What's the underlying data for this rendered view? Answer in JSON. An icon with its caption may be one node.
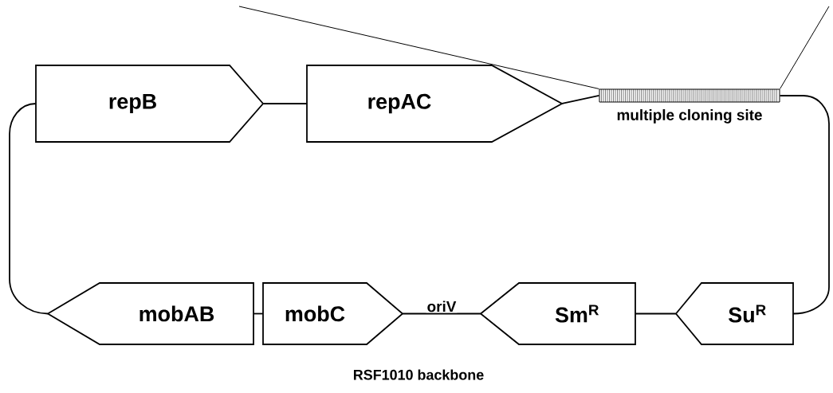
{
  "diagram": {
    "caption": "RSF1010 backbone",
    "nodes": [
      {
        "text": [
          "repB"
        ]
      },
      {
        "text": [
          "repAC"
        ]
      },
      {
        "text": [
          "multiple cloning site"
        ]
      },
      {
        "text": [
          "mobAB"
        ]
      },
      {
        "text": [
          "mobC"
        ]
      },
      {
        "text": [
          "Sm$^{R}$"
        ]
      },
      {
        "text": [
          "Su$^{R}$"
        ]
      }
    ],
    "edges": [
      {
        "from": 0,
        "to": 1,
        "arrow": "none"
      },
      {
        "from": 1,
        "to": 2,
        "arrow": "none"
      },
      {
        "from": 2,
        "to": 6,
        "arrow": "none"
      },
      {
        "from": 6,
        "to": 5,
        "arrow": "none"
      },
      {
        "from": 4,
        "to": 5,
        "label": "oriV",
        "arrow": "none"
      },
      {
        "from": 3,
        "to": 4,
        "arrow": "none"
      },
      {
        "from": 3,
        "to": 0,
        "arrow": "none"
      },
      {
        "from": null,
        "to": 2,
        "arrow": "none"
      },
      {
        "from": null,
        "to": 2,
        "arrow": "none"
      }
    ]
  }
}
